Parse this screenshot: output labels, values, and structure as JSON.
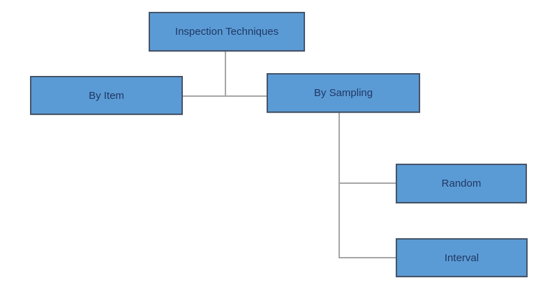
{
  "diagram": {
    "type": "hierarchy-flowchart",
    "nodes": {
      "root": {
        "label": "Inspection Techniques"
      },
      "by_item": {
        "label": "By Item"
      },
      "by_sampling": {
        "label": "By Sampling"
      },
      "random": {
        "label": "Random"
      },
      "interval": {
        "label": "Interval"
      }
    },
    "edges": [
      {
        "from": "root",
        "to": "by_item"
      },
      {
        "from": "root",
        "to": "by_sampling"
      },
      {
        "from": "by_sampling",
        "to": "random"
      },
      {
        "from": "by_sampling",
        "to": "interval"
      }
    ],
    "colors": {
      "node_fill": "#5B9BD5",
      "node_border": "#44546A",
      "node_text": "#1F3864",
      "connector": "#A6A6A6",
      "background": "#FFFFFF"
    }
  }
}
